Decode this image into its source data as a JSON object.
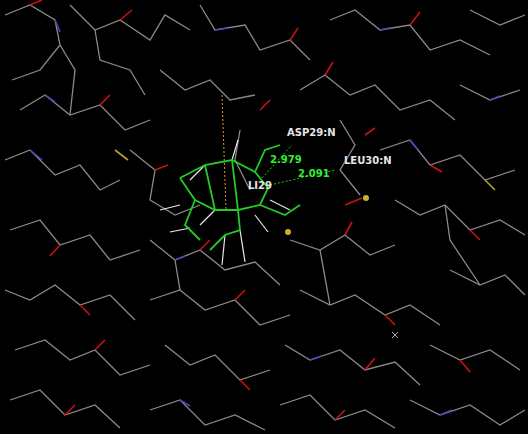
{
  "diagram": {
    "labels": [
      "ASP29:N",
      "LEU30:N",
      "LI29",
      "2.979",
      "2.091"
    ]
  }
}
